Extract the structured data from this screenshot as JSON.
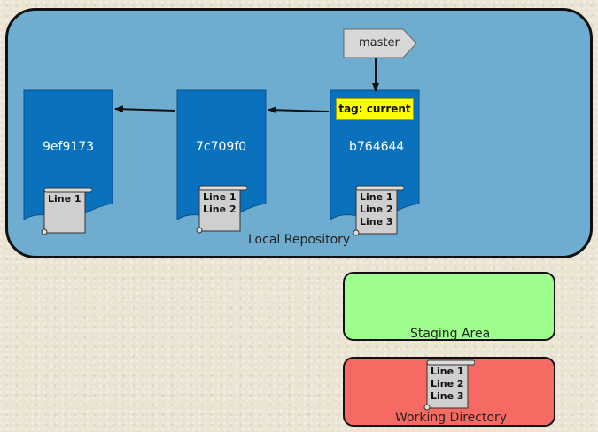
{
  "repository": {
    "label": "Local Repository",
    "color": "#6fadd0"
  },
  "commits": [
    {
      "id": "9ef9173",
      "lines": [
        "Line 1"
      ]
    },
    {
      "id": "7c709f0",
      "lines": [
        "Line 1",
        "Line 2"
      ]
    },
    {
      "id": "b764644",
      "lines": [
        "Line 1",
        "Line 2",
        "Line 3"
      ]
    }
  ],
  "branch": {
    "label": "master"
  },
  "tag": {
    "label": "tag: current",
    "color": "#ffff00"
  },
  "staging_area": {
    "label": "Staging Area",
    "color": "#9efe8c"
  },
  "working_directory": {
    "label": "Working Directory",
    "color": "#f56b63",
    "lines": [
      "Line 1",
      "Line 2",
      "Line 3"
    ]
  },
  "colors": {
    "commit": "#0a72bd",
    "scroll": "#cfcfcf"
  }
}
